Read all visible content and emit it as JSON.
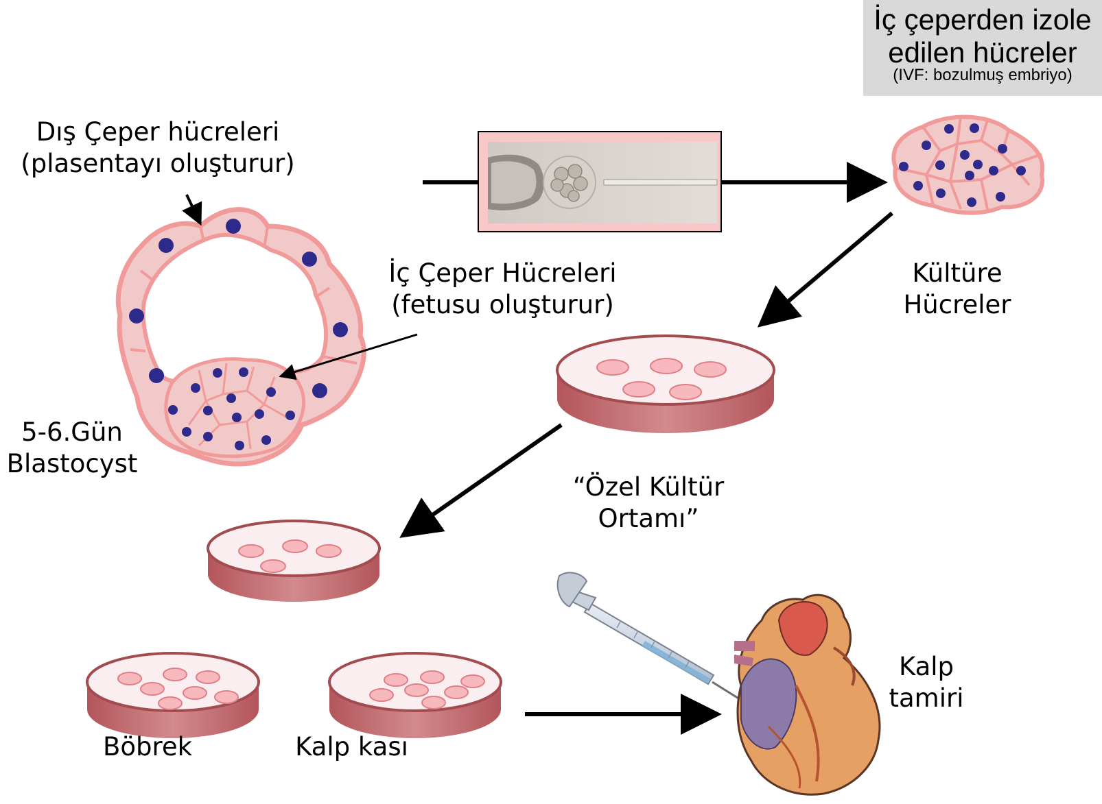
{
  "title_box": {
    "line1": "İç çeperden izole",
    "line2": "edilen  hücreler",
    "line3": "(IVF: bozulmuş embriyo)"
  },
  "labels": {
    "outer_cells": [
      "Dış Çeper hücreleri",
      "(plasentayı oluşturur)"
    ],
    "inner_cells": [
      "İç Çeper Hücreleri",
      "(fetusu oluşturur)"
    ],
    "blastocyst": [
      "5-6.Gün",
      "Blastocyst"
    ],
    "culture_cells": [
      "Kültüre",
      "Hücreler"
    ],
    "special_medium": [
      "“Özel Kültür",
      "Ortamı”"
    ],
    "kidney": "Böbrek",
    "heart_muscle": "Kalp kası",
    "heart_repair": [
      "Kalp",
      "tamiri"
    ]
  },
  "colors": {
    "cell_fill": "#f2c9c9",
    "cell_border": "#f19a9a",
    "nucleus": "#2e2a8c",
    "dish_side": "#c0686c",
    "dish_rim": "#a34c50",
    "dish_inner": "#fbeef0",
    "spot_fill": "#f8b9be",
    "title_bg": "#d9d9d9"
  }
}
